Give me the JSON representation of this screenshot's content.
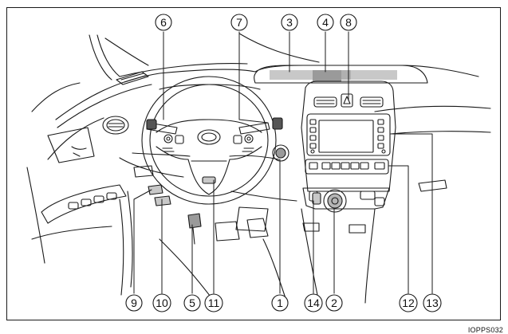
{
  "figure": {
    "code": "IOPPS032",
    "line_color": "#1a1a1a",
    "shade_light": "#c8c8c8",
    "shade_dark": "#9a9a9a"
  },
  "callouts": [
    {
      "id": "c6",
      "label": "6"
    },
    {
      "id": "c7",
      "label": "7"
    },
    {
      "id": "c3",
      "label": "3"
    },
    {
      "id": "c4",
      "label": "4"
    },
    {
      "id": "c8",
      "label": "8"
    },
    {
      "id": "c13",
      "label": "13"
    },
    {
      "id": "c12",
      "label": "12"
    },
    {
      "id": "c9",
      "label": "9"
    },
    {
      "id": "c10",
      "label": "10"
    },
    {
      "id": "c5",
      "label": "5"
    },
    {
      "id": "c11",
      "label": "11"
    },
    {
      "id": "c1",
      "label": "1"
    },
    {
      "id": "c14",
      "label": "14"
    },
    {
      "id": "c2",
      "label": "2"
    }
  ]
}
